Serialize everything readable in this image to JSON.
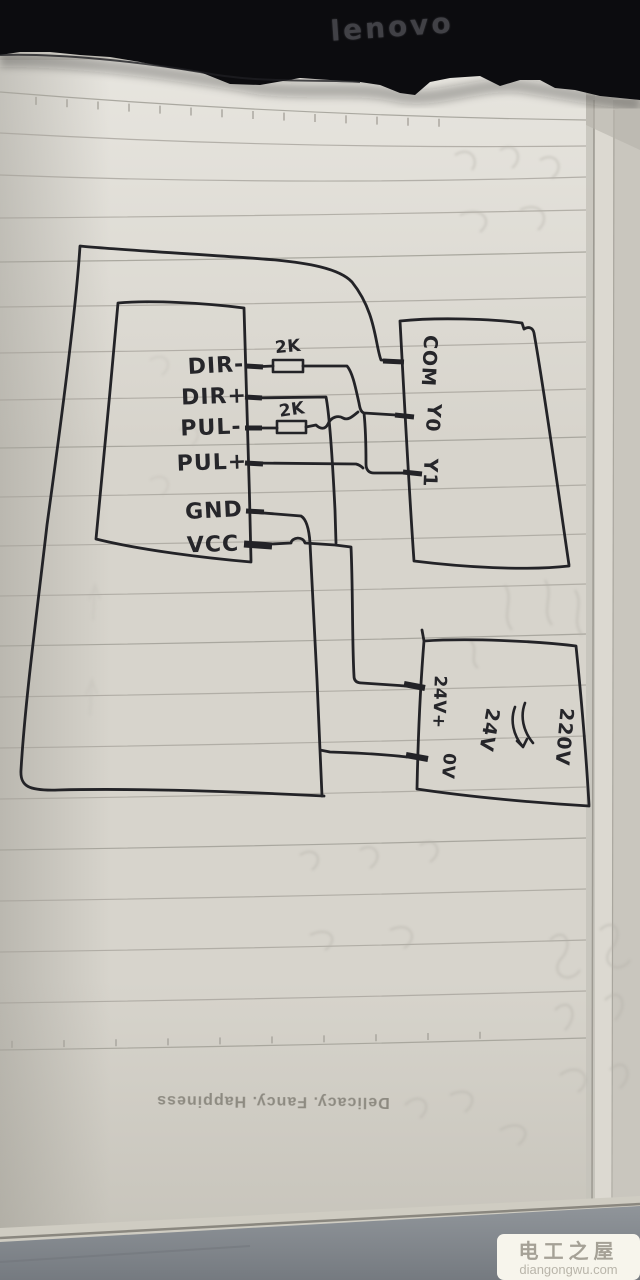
{
  "photo": {
    "laptop_brand": "lenovo",
    "footer_print": "Delicacy. Fancy. Happiness",
    "watermark": {
      "title": "电工之屋",
      "site": "diangongwu.com"
    }
  },
  "circuit": {
    "driver": {
      "terminals": [
        "DIR-",
        "DIR+",
        "PUL-",
        "PUL+",
        "GND",
        "VCC"
      ]
    },
    "resistors": {
      "dir": "2K",
      "pul": "2K"
    },
    "plc": {
      "terminals": [
        "COM",
        "Y0",
        "Y1"
      ]
    },
    "power_supply": {
      "terminal_plus": "24V+",
      "terminal_zero": "0V",
      "input_voltage": "220V",
      "output_voltage": "24V"
    }
  },
  "colors": {
    "ink": "#232327",
    "paper": "#d7d4cc",
    "ruled_line": "#a7a49c",
    "laptop": "#0c0c0f",
    "desk": "#868b90",
    "watermark_bg": "#f7f5ec"
  }
}
